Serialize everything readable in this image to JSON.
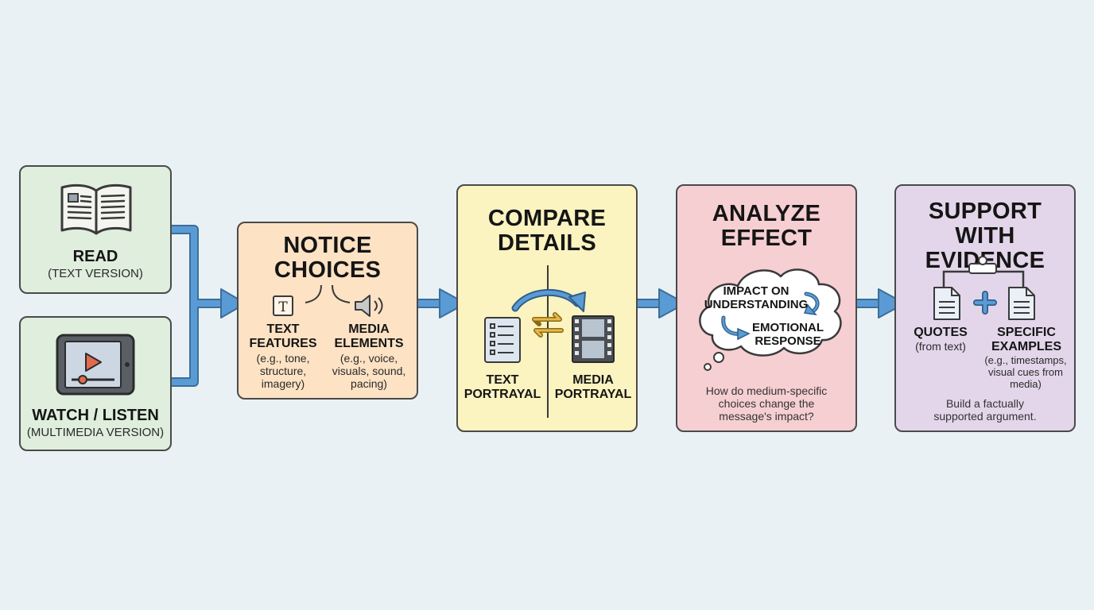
{
  "colors": {
    "background": "#eaf1f4",
    "arrow_blue": "#5b9bd5",
    "read_box": "#dfeedd",
    "notice_box": "#fde2c4",
    "compare_box": "#fbf3c0",
    "analyze_box": "#f6cfd2",
    "support_box": "#e3d6ea"
  },
  "inputs": {
    "read": {
      "title": "READ",
      "subtitle": "(TEXT VERSION)",
      "icon": "open-book-icon"
    },
    "watch": {
      "title": "WATCH / LISTEN",
      "subtitle": "(MULTIMEDIA VERSION)",
      "icon": "video-tablet-icon"
    }
  },
  "notice": {
    "heading": "NOTICE\nCHOICES",
    "text_features": {
      "label": "TEXT\nFEATURES",
      "detail": "(e.g., tone,\nstructure,\nimagery)",
      "icon": "text-t-icon"
    },
    "media_elements": {
      "label": "MEDIA\nELEMENTS",
      "detail": "(e.g., voice,\nvisuals, sound,\npacing)",
      "icon": "speaker-icon"
    }
  },
  "compare": {
    "heading": "COMPARE\nDETAILS",
    "text_portrayal": "TEXT\nPORTRAYAL",
    "media_portrayal": "MEDIA\nPORTRAYAL"
  },
  "analyze": {
    "heading": "ANALYZE\nEFFECT",
    "impact": "IMPACT ON\nUNDERSTANDING",
    "emotional": "EMOTIONAL\nRESPONSE",
    "question": "How do medium-specific\nchoices change the\nmessage's impact?"
  },
  "support": {
    "heading": "SUPPORT WITH\nEVIDENCE",
    "quotes": {
      "label": "QUOTES",
      "detail": "(from text)"
    },
    "examples": {
      "label": "SPECIFIC\nEXAMPLES",
      "detail": "(e.g., timestamps,\nvisual cues from\nmedia)"
    },
    "note": "Build a factually\nsupported argument."
  }
}
